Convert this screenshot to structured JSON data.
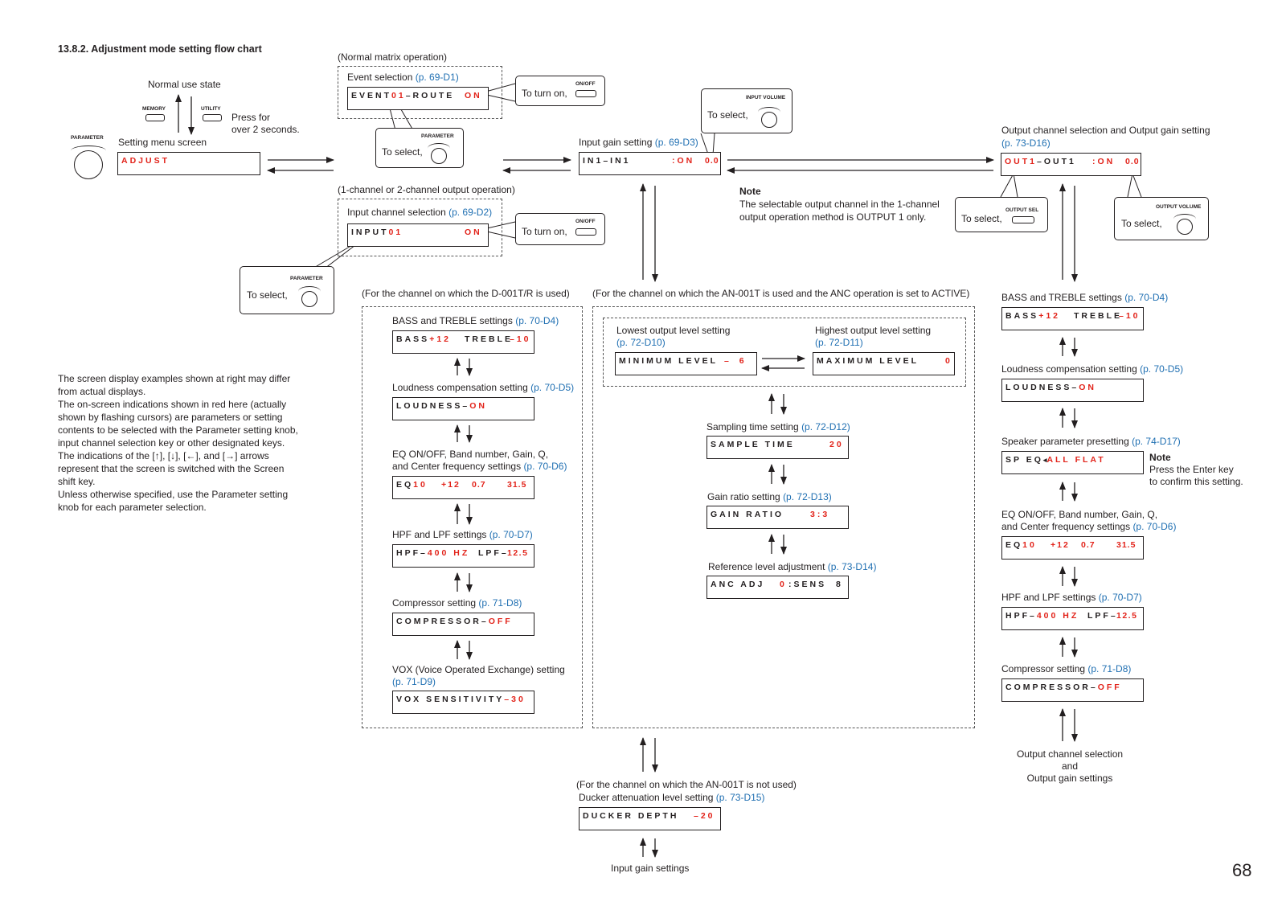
{
  "section_title": "13.8.2. Adjustment mode setting flow chart",
  "page_number": "68",
  "left": {
    "normal_use_state": "Normal use state",
    "memory_label": "MEMORY",
    "utility_label": "UTILITY",
    "press_for": "Press for",
    "over_2_seconds": "over 2 seconds.",
    "parameter_label": "PARAMETER",
    "setting_menu_screen": "Setting menu screen",
    "adjust_display": "ADJUST",
    "paragraph_lines": [
      "The screen display examples shown at right may differ",
      "from actual displays.",
      "The on-screen indications shown in red here (actually",
      "shown by flashing cursors) are parameters or setting",
      "contents to be selected with the Parameter setting knob,",
      "input channel selection key or other designated keys.",
      "The indications of the [↑], [↓], [←], and [→] arrows",
      "represent that the screen is switched with the Screen",
      "shift key.",
      "Unless otherwise specified, use the Parameter setting",
      "knob for each parameter selection."
    ]
  },
  "normal_matrix": {
    "heading": "(Normal matrix operation)",
    "label": "Event selection ",
    "ref": "(p. 69-D1)",
    "lcd": {
      "a": "EVENT",
      "b": "01",
      "c": "–ROUTE",
      "d": "ON"
    },
    "to_turn_on": "To turn on,",
    "onoff": "ON/OFF",
    "to_select": "To select,",
    "parameter_label": "PARAMETER"
  },
  "output_op": {
    "heading": "(1-channel or 2-channel output operation)",
    "label": "Input channel selection ",
    "ref": "(p. 69-D2)",
    "lcd": {
      "a": "INPUT",
      "b": "01",
      "d": "ON"
    },
    "to_turn_on": "To turn on,",
    "onoff": "ON/OFF",
    "to_select": "To select,",
    "parameter_label": "PARAMETER"
  },
  "input_gain": {
    "label": "Input gain setting ",
    "ref": "(p. 69-D3)",
    "lcd": {
      "a": "IN1–IN1",
      "b": ":ON",
      "c": "0.0"
    },
    "callout_label": "INPUT VOLUME",
    "to_select": "To select,",
    "note_title": "Note",
    "note_lines": [
      "The selectable output channel in the 1-channel",
      "output operation method is OUTPUT 1 only."
    ]
  },
  "output_channel": {
    "label": "Output channel selection and Output gain setting",
    "ref": "(p. 73-D16)",
    "lcd": {
      "a": "OUT1",
      "b": "–OUT1",
      "c": ":ON",
      "d": "0.0"
    },
    "callout1_label": "OUTPUT SEL",
    "callout2_label": "OUTPUT VOLUME",
    "to_select": "To select,"
  },
  "d001": {
    "heading": "(For the channel on which the D-001T/R is used)",
    "items": [
      {
        "label": "BASS and TREBLE settings ",
        "ref": "(p. 70-D4)"
      },
      {
        "label": "Loudness compensation setting ",
        "ref": "(p. 70-D5)"
      },
      {
        "label1": "EQ ON/OFF, Band number, Gain, Q,",
        "label2": "and Center frequency settings ",
        "ref": "(p. 70-D6)"
      },
      {
        "label": "HPF and LPF settings ",
        "ref": "(p. 70-D7)"
      },
      {
        "label": "Compressor setting ",
        "ref": "(p. 71-D8)"
      },
      {
        "label1": "VOX (Voice Operated Exchange) setting",
        "ref": "(p. 71-D9)"
      }
    ],
    "lcd_bass": {
      "a": "BASS",
      "b": "+12",
      "c": "TREBLE",
      "d": "–10"
    },
    "lcd_loud": {
      "a": "LOUDNESS–",
      "b": "ON"
    },
    "lcd_eq": {
      "a": "EQ",
      "b": "10",
      "c": "+12",
      "d": "0.7",
      "e": "31.5"
    },
    "lcd_hpf": {
      "a": "HPF–",
      "b": "400 HZ",
      "c": "LPF–",
      "d": "12.5"
    },
    "lcd_comp": {
      "a": "COMPRESSOR–",
      "b": "OFF"
    },
    "lcd_vox": {
      "a": "VOX SENSITIVITY",
      "b": "–30"
    }
  },
  "anc": {
    "heading": "(For the channel on which the AN-001T is used and the ANC operation is set to ACTIVE)",
    "lowest_label": "Lowest output level setting",
    "lowest_ref": "(p. 72-D10)",
    "highest_label": "Highest output level setting",
    "highest_ref": "(p. 72-D11)",
    "lcd_min": {
      "a": "MINIMUM LEVEL",
      "b": "– 6"
    },
    "lcd_max": {
      "a": "MAXIMUM LEVEL",
      "b": "0"
    },
    "sampling_label": "Sampling time setting ",
    "sampling_ref": "(p. 72-D12)",
    "lcd_sample": {
      "a": "SAMPLE TIME",
      "b": "20"
    },
    "gain_label": "Gain ratio setting ",
    "gain_ref": "(p. 72-D13)",
    "lcd_gain": {
      "a": "GAIN RATIO",
      "b": "3:3"
    },
    "ref_label": "Reference level adjustment ",
    "ref_ref": "(p. 73-D14)",
    "lcd_ref": {
      "a": "ANC ADJ",
      "b": "0",
      "c": ":SENS",
      "d": "8"
    }
  },
  "ducker": {
    "heading": "(For the channel on which the AN-001T is not used)",
    "label": "Ducker attenuation level setting ",
    "ref": "(p. 73-D15)",
    "lcd": {
      "a": "DUCKER DEPTH",
      "b": "–20"
    },
    "bottom": "Input gain settings"
  },
  "right": {
    "items": [
      {
        "label": "BASS and TREBLE settings ",
        "ref": "(p. 70-D4)"
      },
      {
        "label": "Loudness compensation setting ",
        "ref": "(p. 70-D5)"
      },
      {
        "label": "Speaker parameter presetting ",
        "ref": "(p. 74-D17)"
      },
      {
        "label1": "EQ ON/OFF, Band number, Gain, Q,",
        "label2": "and Center frequency settings ",
        "ref": "(p. 70-D6)"
      },
      {
        "label": "HPF and LPF settings ",
        "ref": "(p. 70-D7)"
      },
      {
        "label": "Compressor setting ",
        "ref": "(p. 71-D8)"
      }
    ],
    "lcd_sp": {
      "a": "SP EQ",
      "b": "ALL FLAT"
    },
    "note_title": "Note",
    "note_lines": [
      "Press the Enter key",
      "to confirm this setting."
    ],
    "bottom_lines": [
      "Output channel selection",
      "and",
      "Output gain settings"
    ]
  }
}
